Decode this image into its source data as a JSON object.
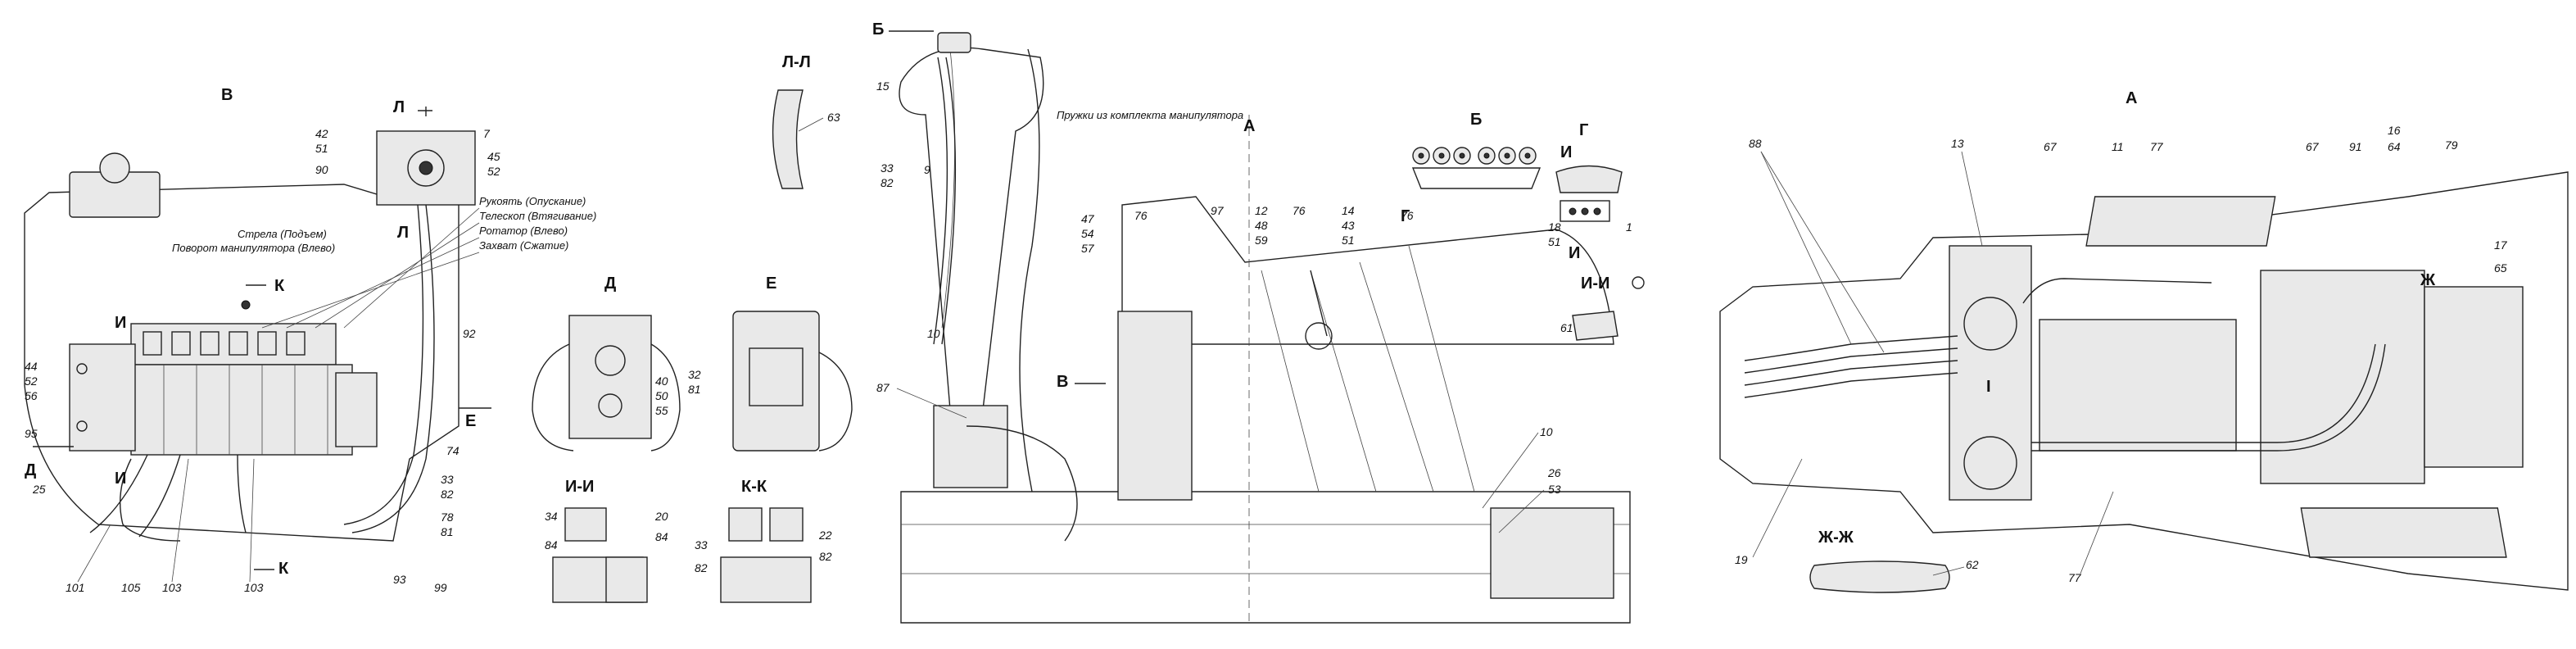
{
  "views": {
    "v_left": "В",
    "v_top_right": "А",
    "v_LL": "Л-Л",
    "v_D": "Д",
    "v_E": "Е",
    "v_II": "И-И",
    "v_KK": "К-К",
    "v_B": "Б",
    "v_G": "Г",
    "v_II2": "И-И",
    "v_ZhZh": "Ж-Ж",
    "mark_A": "А",
    "mark_B": "Б",
    "mark_V": "В",
    "mark_G": "Г",
    "mark_L": "Л",
    "mark_L2": "Л",
    "mark_K": "К",
    "mark_K2": "К",
    "mark_I": "И",
    "mark_I2": "И",
    "mark_D": "Д",
    "mark_E": "Е",
    "mark_I3": "И",
    "mark_I4": "И",
    "mark_Zh": "Ж",
    "mark_roman": "I"
  },
  "lever_captions": [
    "Стрела (Подъем)",
    "Поворот манипулятора (Влево)",
    "Рукоять (Опускание)",
    "Телескоп (Втягивание)",
    "Ротатор (Влево)",
    "Захват (Сжатие)"
  ],
  "note": "Пружки из комплекта манипулятора",
  "numbers": {
    "n42": "42",
    "n51": "51",
    "n90": "90",
    "n7": "7",
    "n45": "45",
    "n52": "52",
    "n44": "44",
    "n52b": "52",
    "n56": "56",
    "n95": "95",
    "n25": "25",
    "n92": "92",
    "n74": "74",
    "n33": "33",
    "n82": "82",
    "n78": "78",
    "n81": "81",
    "n101": "101",
    "n105": "105",
    "n103": "103",
    "n103b": "103",
    "n93": "93",
    "n99": "99",
    "n63": "63",
    "n40": "40",
    "n50": "50",
    "n55": "55",
    "n32": "32",
    "n81b": "81",
    "n34": "34",
    "n84": "84",
    "n20": "20",
    "n84b": "84",
    "n33b": "33",
    "n82b": "82",
    "n22": "22",
    "n82c": "82",
    "n15": "15",
    "n33c": "33",
    "n82d": "82",
    "n9": "9",
    "n10": "10",
    "n87": "87",
    "n47": "47",
    "n54": "54",
    "n57": "57",
    "n76": "76",
    "n97": "97",
    "n12": "12",
    "n48": "48",
    "n59": "59",
    "n76b": "76",
    "n14": "14",
    "n43": "43",
    "n51b": "51",
    "n76c": "76",
    "n10b": "10",
    "n26": "26",
    "n53": "53",
    "n18": "18",
    "n51c": "51",
    "n1": "1",
    "n61": "61",
    "n88": "88",
    "n13": "13",
    "n67": "67",
    "n11": "11",
    "n77": "77",
    "n67b": "67",
    "n91": "91",
    "n16": "16",
    "n64": "64",
    "n79": "79",
    "n17": "17",
    "n65": "65",
    "n19": "19",
    "n62": "62",
    "n77b": "77"
  }
}
